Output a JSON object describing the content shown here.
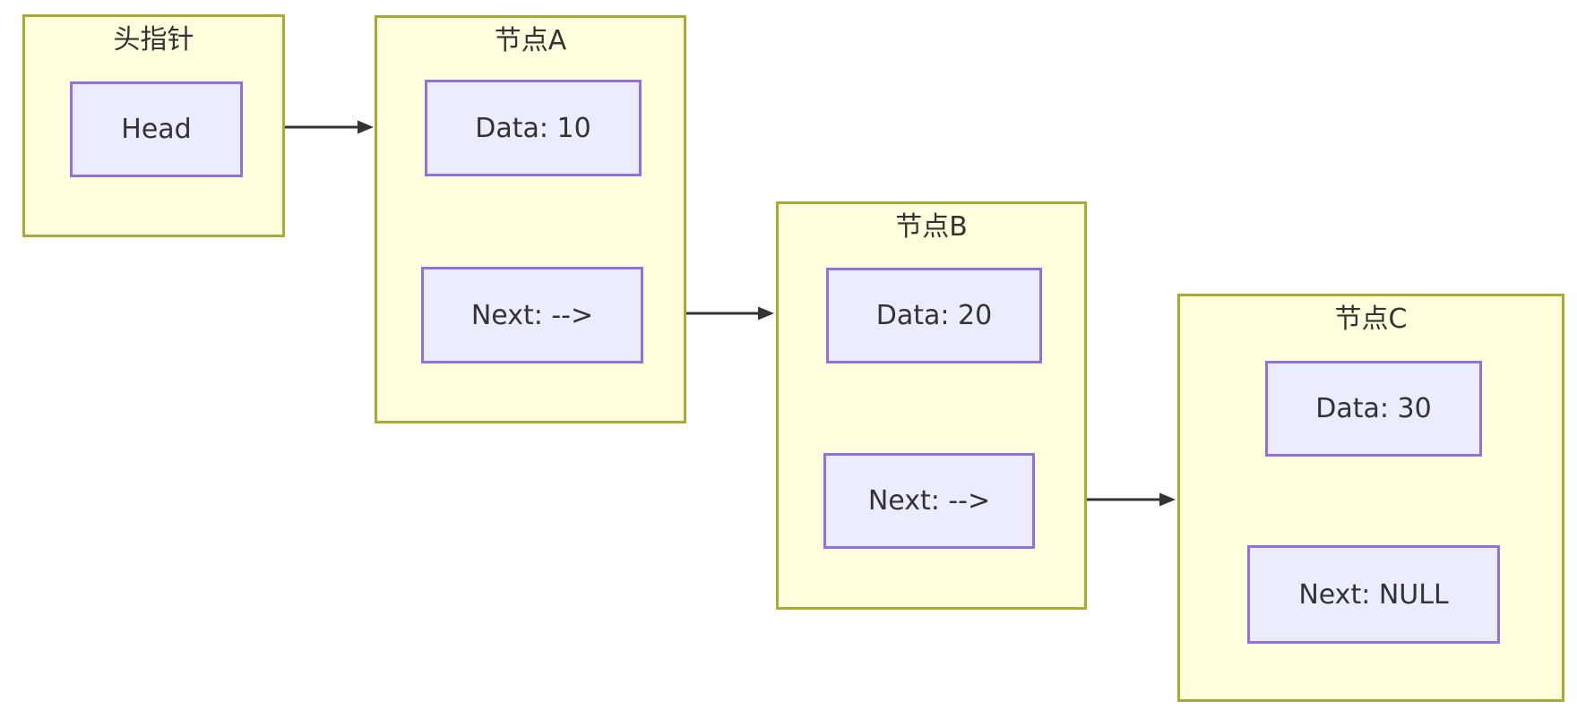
{
  "diagram": {
    "type": "flowchart-linked-list",
    "colors": {
      "canvas-bg": "#ffffff",
      "cluster-fill": "#ffffde",
      "cluster-border": "#aaaa33",
      "node-fill": "#ececff",
      "node-border": "#9370db",
      "text": "#333333",
      "edge": "#333333"
    },
    "clusters": [
      {
        "title": "头指针",
        "nodes": [
          {
            "label": "Head"
          }
        ]
      },
      {
        "title": "节点A",
        "nodes": [
          {
            "label": "Data: 10"
          },
          {
            "label": "Next: -->"
          }
        ]
      },
      {
        "title": "节点B",
        "nodes": [
          {
            "label": "Data: 20"
          },
          {
            "label": "Next: -->"
          }
        ]
      },
      {
        "title": "节点C",
        "nodes": [
          {
            "label": "Data: 30"
          },
          {
            "label": "Next: NULL"
          }
        ]
      }
    ],
    "edges": [
      {
        "from": "Head",
        "to": "节点A"
      },
      {
        "from": "节点A Next",
        "to": "节点B"
      },
      {
        "from": "节点B Next",
        "to": "节点C"
      }
    ]
  }
}
